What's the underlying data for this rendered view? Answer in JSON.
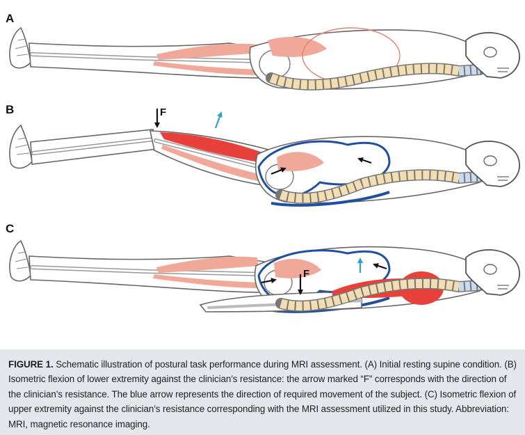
{
  "figure": {
    "panels": [
      {
        "label": "A"
      },
      {
        "label": "B",
        "arrow_label": "F"
      },
      {
        "label": "C",
        "arrow_label": "F"
      }
    ],
    "colors": {
      "muscle_red": "#e8403a",
      "muscle_pink": "#f0a898",
      "pressure_blue": "#1e4fa0",
      "spine_tan": "#f2deb0",
      "cervical_blue": "#c9dcef",
      "arrow_blue": "#2a9fd6",
      "outline": "#555555"
    }
  },
  "caption": {
    "heading": "FIGURE 1.",
    "text": "Schematic illustration of postural task performance during MRI assessment. (A) Initial resting supine condition. (B) Isometric flexion of lower extremity against the clinician’s resistance: the arrow marked “F” corresponds with the direction of the clinician’s resistance. The blue arrow represents the direction of required movement of the subject. (C) Isometric flexion of upper extremity against the clinician’s resistance corresponding with the MRI assessment utilized in this study. Abbreviation: MRI, magnetic resonance imaging."
  }
}
